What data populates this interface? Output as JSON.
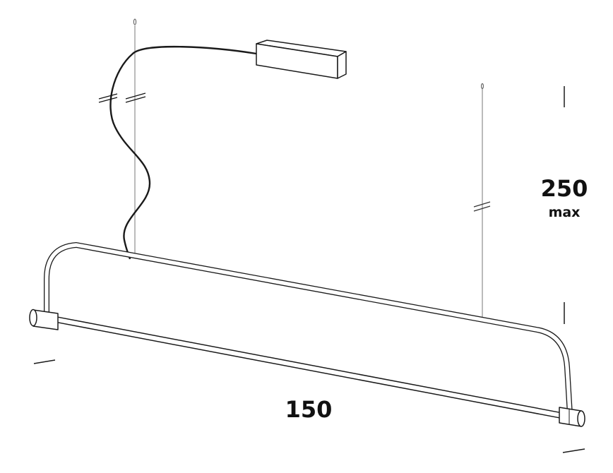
{
  "dimensions": {
    "height_value": "250",
    "height_qualifier": "max",
    "length_value": "150"
  },
  "colors": {
    "line": "#1a1a1a",
    "thin_line": "#555555",
    "background": "#ffffff"
  }
}
